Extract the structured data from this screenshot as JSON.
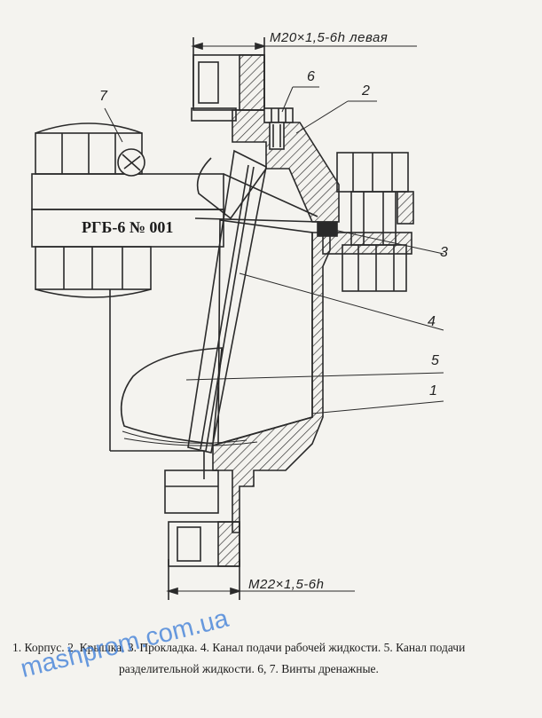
{
  "thread_top": "M20×1,5-6h левая",
  "thread_bottom": "M22×1,5-6h",
  "nameplate": "РГБ-6  № 001",
  "callouts": {
    "c1": "1",
    "c2": "2",
    "c3": "3",
    "c4": "4",
    "c5": "5",
    "c6": "6",
    "c7": "7"
  },
  "caption": {
    "part1": "1. Корпус.",
    "part2": "2. Крышка.",
    "part3": "3. Прокладка.",
    "part4": "4. Канал подачи рабочей жидкости.",
    "part5a": "5. Канал подачи",
    "part5b": "разделительной жидкости.",
    "part67": "6, 7.  Винты дренажные."
  },
  "watermark": "mashprom.com.ua"
}
